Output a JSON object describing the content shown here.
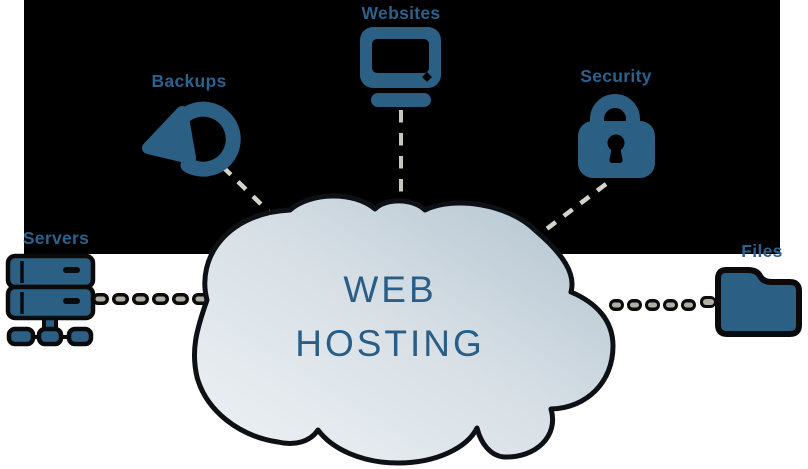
{
  "diagram": {
    "type": "web-hosting-concept",
    "cloud": {
      "title_line1": "WEB",
      "title_line2": "HOSTING"
    },
    "nodes": {
      "websites": {
        "label": "Websites",
        "icon": "monitor-icon"
      },
      "backups": {
        "label": "Backups",
        "icon": "restore-arrow-icon"
      },
      "security": {
        "label": "Security",
        "icon": "padlock-icon"
      },
      "servers": {
        "label": "Servers",
        "icon": "server-stack-icon"
      },
      "files": {
        "label": "Files",
        "icon": "folder-icon"
      }
    }
  },
  "colors": {
    "icon_blue": "#2b5f84",
    "label_text": "#2b618c",
    "title_text": "#2a5e86",
    "panel_black": "#000000",
    "page_white": "#ffffff",
    "dash_light": "#d6d3ca",
    "chain_core": "#b3afa6",
    "outline_dark": "#0d1014",
    "cloud_fill_light": "#eef2f5",
    "cloud_fill_dark": "#b0c2ce"
  }
}
